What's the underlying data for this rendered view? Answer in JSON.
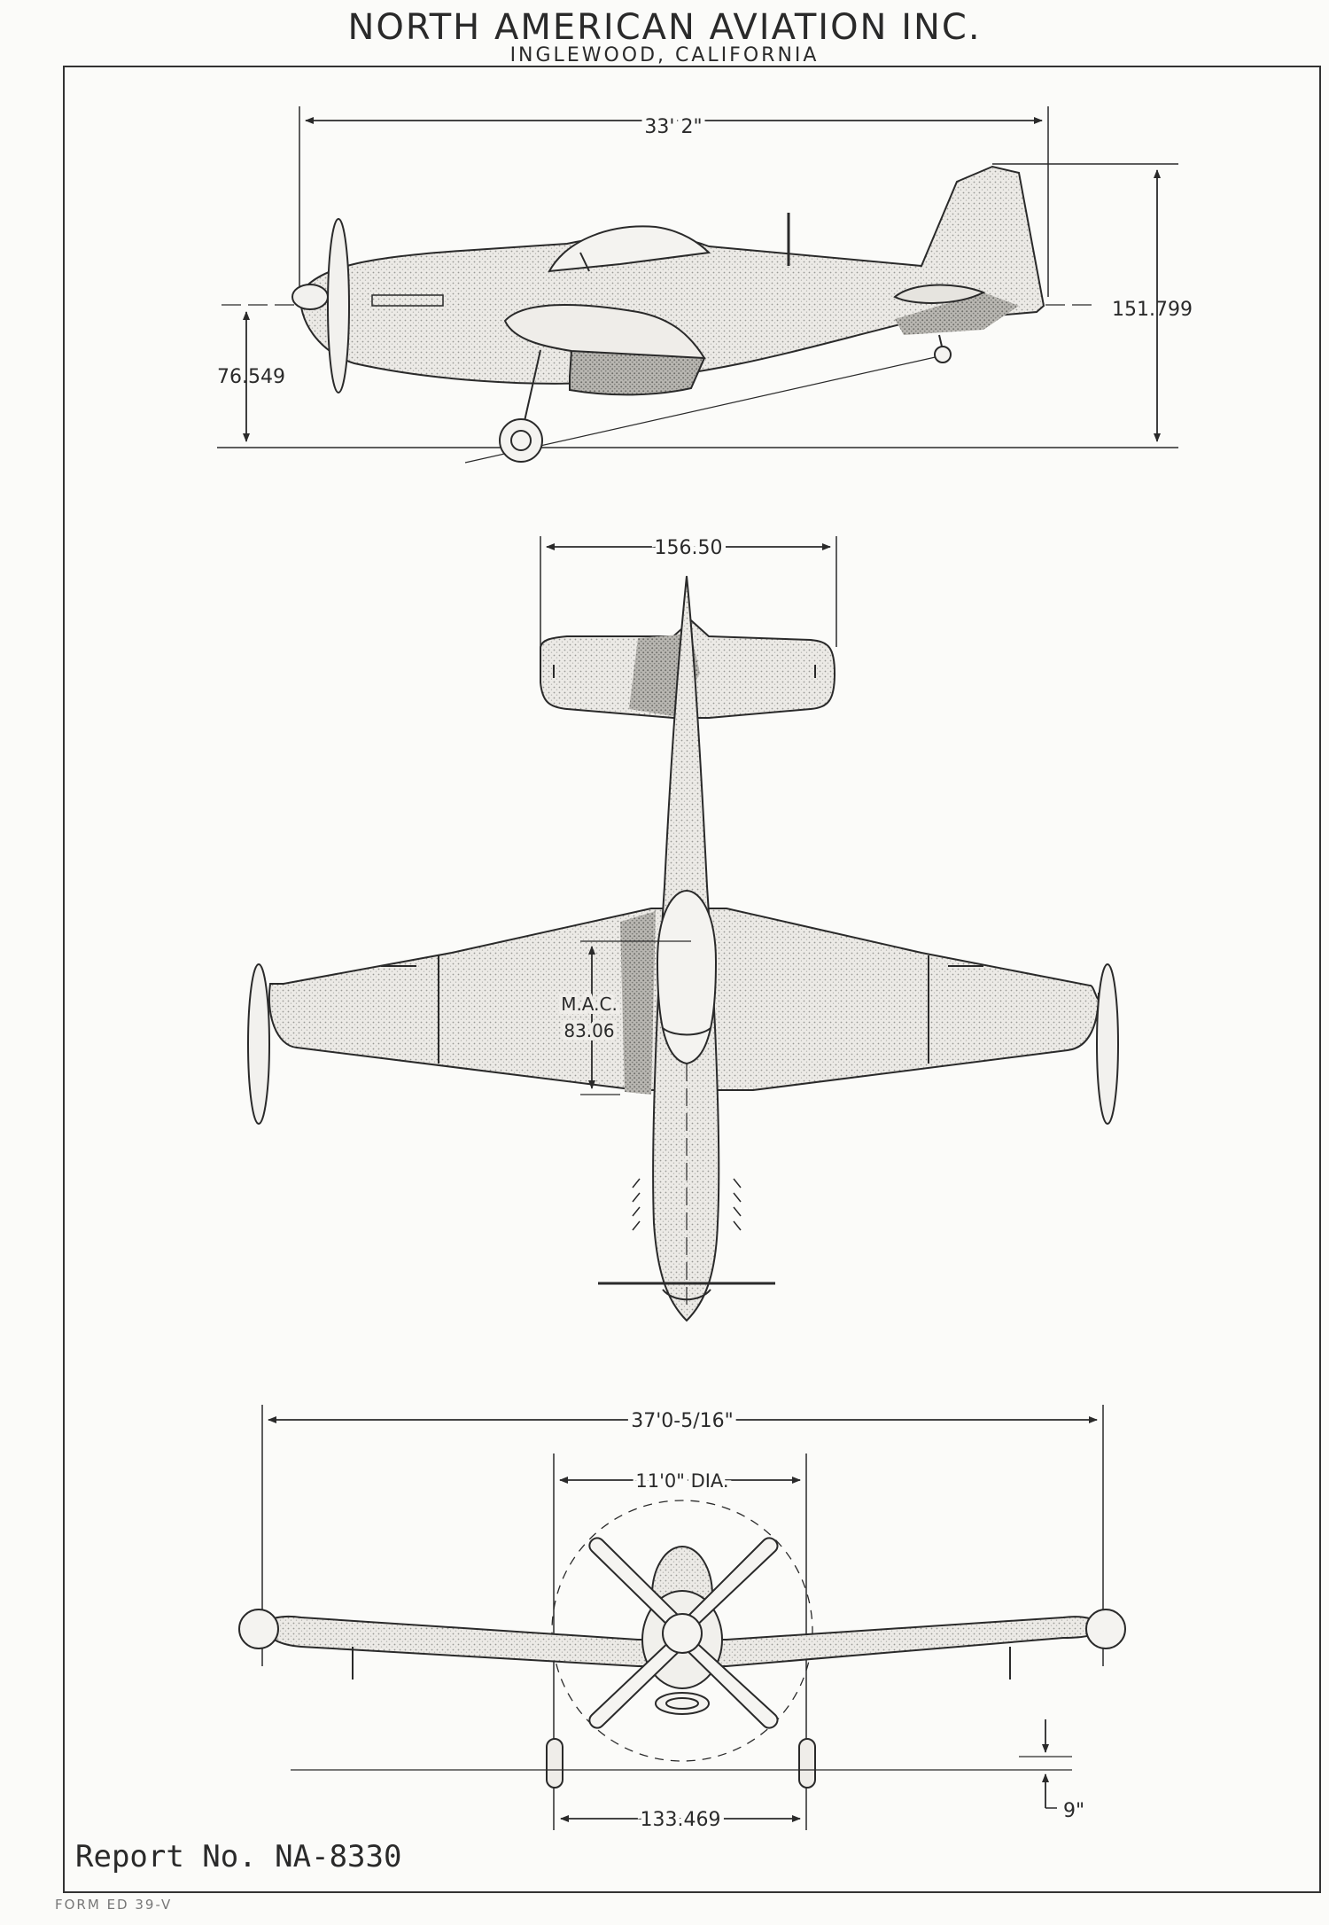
{
  "header": {
    "company": "NORTH AMERICAN AVIATION INC.",
    "location": "INGLEWOOD, CALIFORNIA"
  },
  "side_view": {
    "overall_length": "33' 2\"",
    "height": "151.799",
    "gear_height": "76.549"
  },
  "top_view": {
    "tail_span": "156.50",
    "mac_label": "M.A.C.",
    "mac_value": "83.06"
  },
  "front_view": {
    "wing_span": "37'0-5/16\"",
    "prop_diameter": "11'0\" DIA.",
    "gear_track": "133.469",
    "ground_clearance": "9\""
  },
  "footer": {
    "report": "Report No. NA-8330",
    "form": "FORM ED 39-V"
  }
}
